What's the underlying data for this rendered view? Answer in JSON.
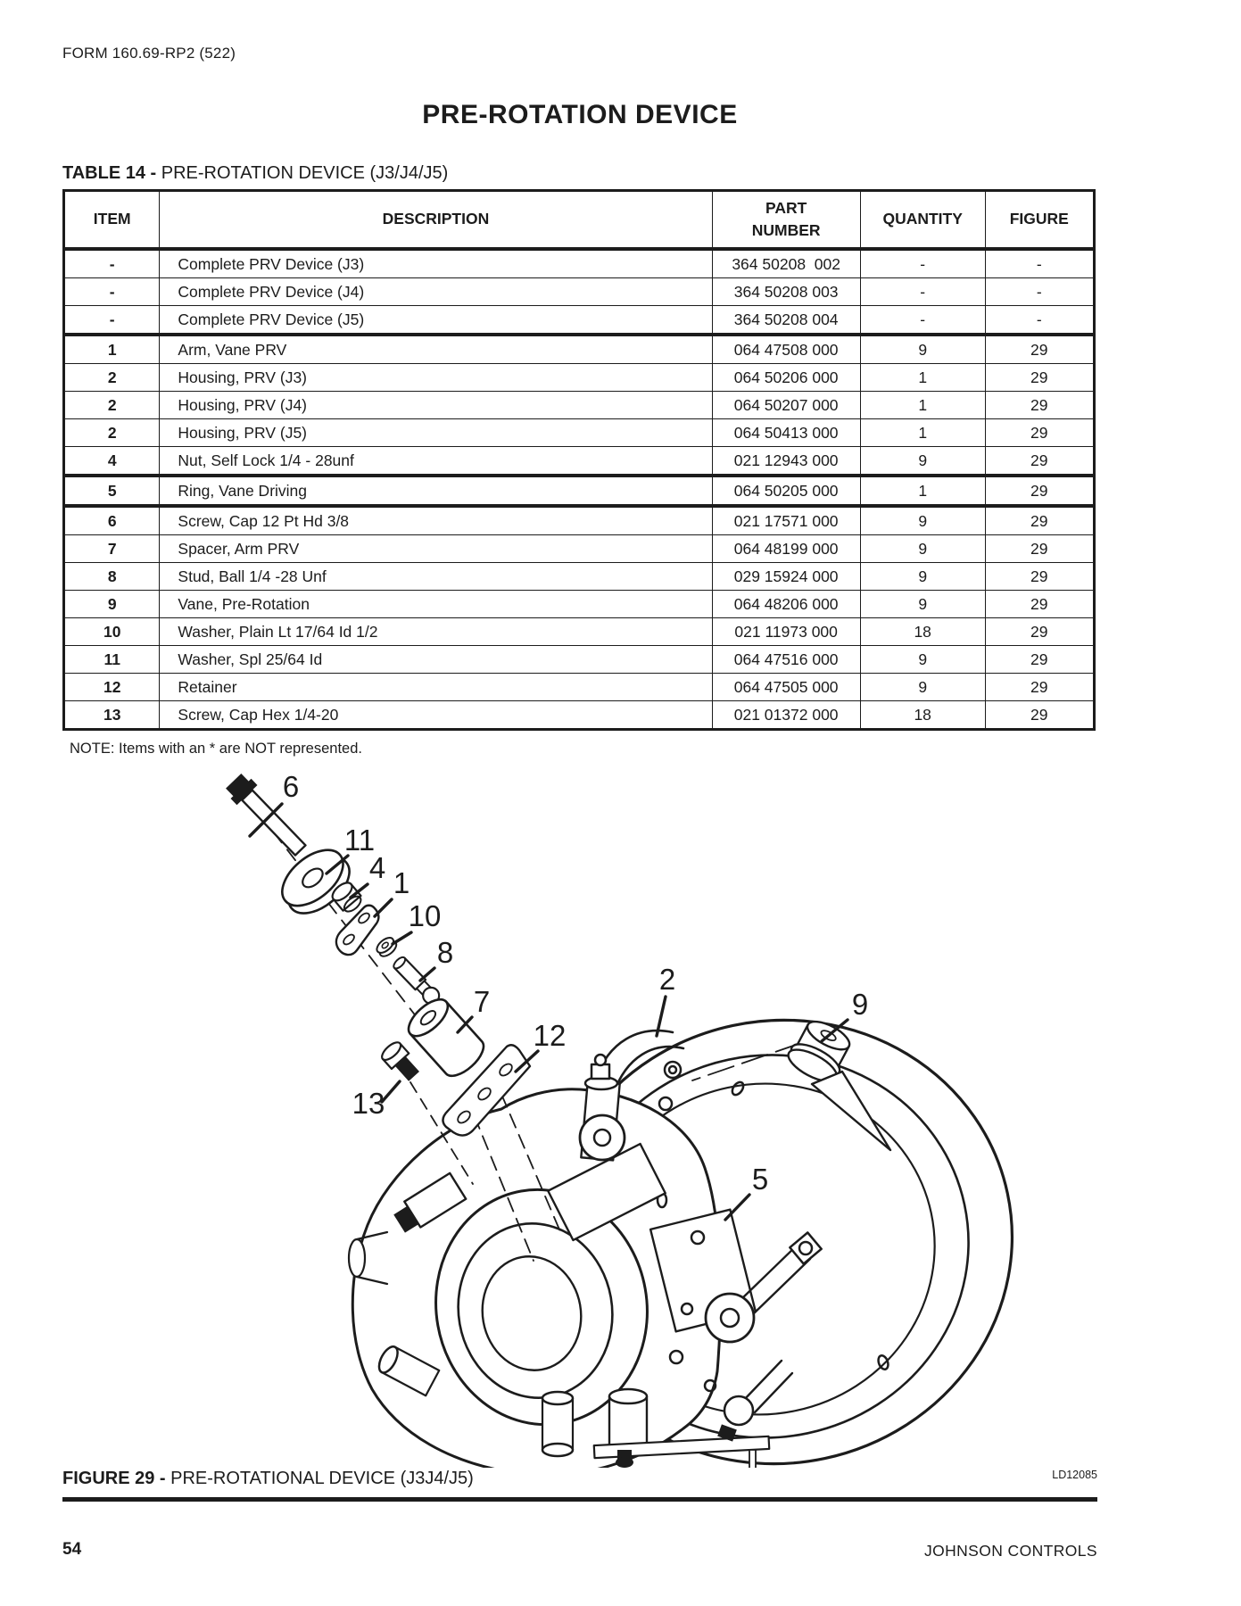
{
  "page": {
    "form_number": "FORM 160.69-RP2 (522)",
    "title": "PRE-ROTATION DEVICE",
    "page_number": "54",
    "brand": "JOHNSON CONTROLS"
  },
  "table": {
    "heading_label": "TABLE 14 -",
    "heading_text": " PRE-ROTATION DEVICE (J3/J4/J5)",
    "columns": [
      "ITEM",
      "DESCRIPTION",
      "PART NUMBER",
      "QUANTITY",
      "FIGURE"
    ],
    "rows": [
      {
        "item": "-",
        "description": "Complete PRV Device (J3)",
        "part_number": "364 50208  002",
        "quantity": "-",
        "figure": "-"
      },
      {
        "item": "-",
        "description": "Complete PRV Device (J4)",
        "part_number": "364 50208 003",
        "quantity": "-",
        "figure": "-"
      },
      {
        "item": "-",
        "description": "Complete PRV Device (J5)",
        "part_number": "364 50208 004",
        "quantity": "-",
        "figure": "-",
        "group_end": true
      },
      {
        "item": "1",
        "description": "Arm, Vane PRV",
        "part_number": "064 47508 000",
        "quantity": "9",
        "figure": "29"
      },
      {
        "item": "2",
        "description": "Housing, PRV (J3)",
        "part_number": "064 50206 000",
        "quantity": "1",
        "figure": "29"
      },
      {
        "item": "2",
        "description": "Housing, PRV (J4)",
        "part_number": "064 50207 000",
        "quantity": "1",
        "figure": "29"
      },
      {
        "item": "2",
        "description": "Housing, PRV (J5)",
        "part_number": "064 50413 000",
        "quantity": "1",
        "figure": "29"
      },
      {
        "item": "4",
        "description": "Nut, Self Lock 1/4 - 28unf",
        "part_number": "021 12943 000",
        "quantity": "9",
        "figure": "29",
        "group_end": true
      },
      {
        "item": "5",
        "description": "Ring, Vane Driving",
        "part_number": "064 50205 000",
        "quantity": "1",
        "figure": "29",
        "group_end": true
      },
      {
        "item": "6",
        "description": "Screw, Cap 12 Pt Hd 3/8",
        "part_number": "021 17571 000",
        "quantity": "9",
        "figure": "29"
      },
      {
        "item": "7",
        "description": "Spacer, Arm PRV",
        "part_number": "064 48199 000",
        "quantity": "9",
        "figure": "29"
      },
      {
        "item": "8",
        "description": "Stud, Ball 1/4 -28 Unf",
        "part_number": "029 15924 000",
        "quantity": "9",
        "figure": "29"
      },
      {
        "item": "9",
        "description": "Vane, Pre-Rotation",
        "part_number": "064 48206 000",
        "quantity": "9",
        "figure": "29"
      },
      {
        "item": "10",
        "description": "Washer, Plain Lt 17/64 Id 1/2",
        "part_number": "021 11973 000",
        "quantity": "18",
        "figure": "29"
      },
      {
        "item": "11",
        "description": "Washer, Spl 25/64 Id",
        "part_number": "064 47516 000",
        "quantity": "9",
        "figure": "29"
      },
      {
        "item": "12",
        "description": "Retainer",
        "part_number": "064 47505 000",
        "quantity": "9",
        "figure": "29"
      },
      {
        "item": "13",
        "description": "Screw, Cap Hex 1/4-20",
        "part_number": "021 01372 000",
        "quantity": "18",
        "figure": "29"
      }
    ]
  },
  "note": "NOTE: Items with an * are NOT represented.",
  "figure": {
    "caption_label": "FIGURE 29 -",
    "caption_text": " PRE-ROTATIONAL DEVICE (J3J4/J5)",
    "drawing_id": "LD12085",
    "callouts": {
      "c1": "1",
      "c2": "2",
      "c4": "4",
      "c5": "5",
      "c6": "6",
      "c7": "7",
      "c8": "8",
      "c9": "9",
      "c10": "10",
      "c11": "11",
      "c12": "12",
      "c13": "13"
    }
  }
}
